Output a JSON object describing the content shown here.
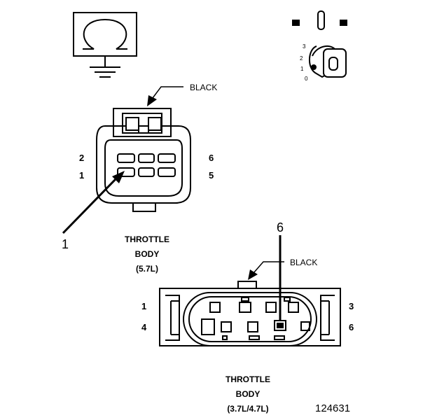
{
  "figure_id": "124631",
  "key_scale": [
    "0",
    "1",
    "2",
    "3"
  ],
  "upper_connector": {
    "wire_color": "BLACK",
    "pins": {
      "top_left": "2",
      "bottom_left": "1",
      "top_right": "6",
      "bottom_right": "5"
    },
    "callout": "1",
    "caption": [
      "THROTTLE",
      "BODY",
      "(5.7L)"
    ]
  },
  "lower_connector": {
    "wire_color": "BLACK",
    "callout": "6",
    "pins": {
      "top_left": "1",
      "bottom_left": "4",
      "top_right": "3",
      "bottom_right": "6"
    },
    "caption": [
      "THROTTLE",
      "BODY",
      "(3.7L/4.7L)"
    ]
  }
}
